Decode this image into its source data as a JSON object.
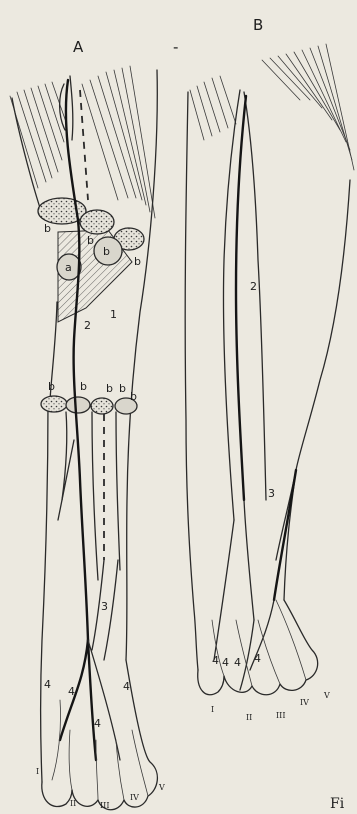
{
  "panels": {
    "left": {
      "label": "A"
    },
    "right": {
      "label": "B"
    },
    "separator": "-"
  },
  "labels_a": {
    "muscle_cut": [
      "b",
      "b",
      "b",
      "b",
      "b",
      "b",
      "b",
      "b"
    ],
    "muscle_oval": [
      "a",
      "b"
    ],
    "nerves": [
      "1",
      "2",
      "3"
    ],
    "digit_nerves": [
      "4",
      "4",
      "4",
      "4"
    ],
    "digits": [
      "I",
      "II",
      "III",
      "IV",
      "V"
    ]
  },
  "labels_b": {
    "nerves": [
      "2",
      "3"
    ],
    "digit_nerves": [
      "4",
      "4",
      "4",
      "4"
    ],
    "digits": [
      "I",
      "II",
      "III",
      "IV",
      "V"
    ]
  },
  "caption_fragment": "Fi"
}
